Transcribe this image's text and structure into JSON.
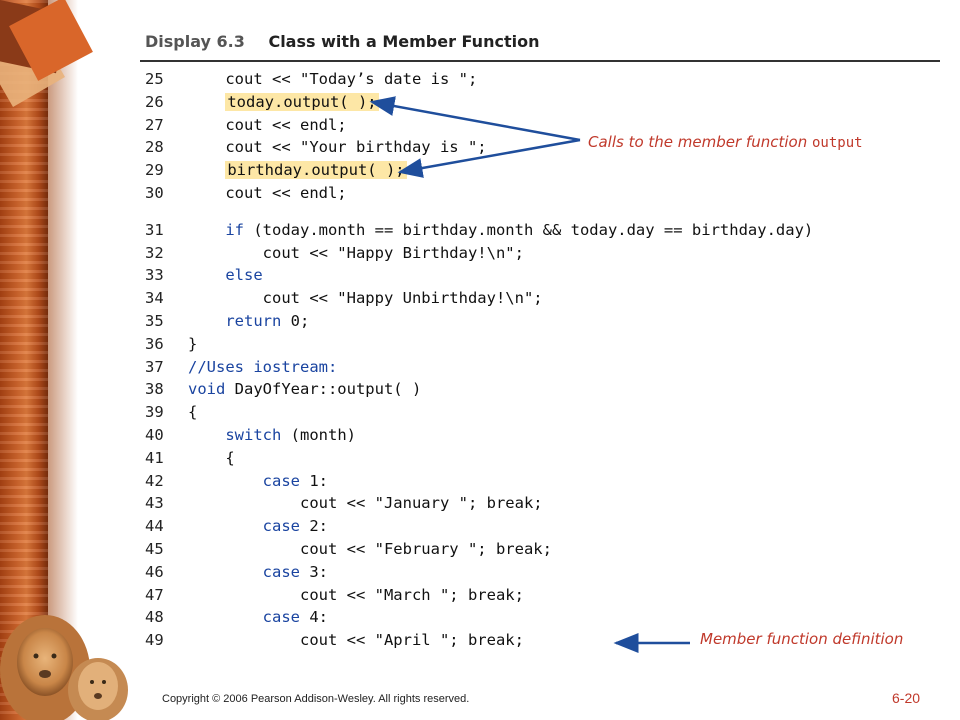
{
  "header": {
    "display_label": "Display 6.3",
    "title": "Class with a Member Function"
  },
  "code_lines": [
    {
      "n": "25",
      "text": "    cout << \"Today’s date is \";"
    },
    {
      "n": "26",
      "text": "    today.output( );"
    },
    {
      "n": "27",
      "text": "    cout << endl;"
    },
    {
      "n": "28",
      "text": "    cout << \"Your birthday is \";"
    },
    {
      "n": "29",
      "text": "    birthday.output( );"
    },
    {
      "n": "30",
      "text": "    cout << endl;"
    },
    {
      "n": "31",
      "text": "    if (today.month == birthday.month && today.day == birthday.day)"
    },
    {
      "n": "32",
      "text": "        cout << \"Happy Birthday!\\n\";"
    },
    {
      "n": "33",
      "text": "    else"
    },
    {
      "n": "34",
      "text": "        cout << \"Happy Unbirthday!\\n\";"
    },
    {
      "n": "35",
      "text": "    return 0;"
    },
    {
      "n": "36",
      "text": "}"
    },
    {
      "n": "37",
      "text": "//Uses iostream:"
    },
    {
      "n": "38",
      "text": "void DayOfYear::output( )"
    },
    {
      "n": "39",
      "text": "{"
    },
    {
      "n": "40",
      "text": "    switch (month)"
    },
    {
      "n": "41",
      "text": "    {"
    },
    {
      "n": "42",
      "text": "        case 1:"
    },
    {
      "n": "43",
      "text": "            cout << \"January \"; break;"
    },
    {
      "n": "44",
      "text": "        case 2:"
    },
    {
      "n": "45",
      "text": "            cout << \"February \"; break;"
    },
    {
      "n": "46",
      "text": "        case 3:"
    },
    {
      "n": "47",
      "text": "            cout << \"March \"; break;"
    },
    {
      "n": "48",
      "text": "        case 4:"
    },
    {
      "n": "49",
      "text": "            cout << \"April \"; break;"
    }
  ],
  "annotations": {
    "calls_text": "Calls to the member function ",
    "calls_code": "output",
    "definition_text": "Member function definition"
  },
  "footer": {
    "copyright": "Copyright © 2006 Pearson Addison-Wesley. All rights reserved.",
    "page_number": "6-20"
  },
  "colors": {
    "annotation": "#c0392b",
    "arrow": "#1f4e9c",
    "highlight": "#fde7a6",
    "keyword": "#1a44a0"
  }
}
